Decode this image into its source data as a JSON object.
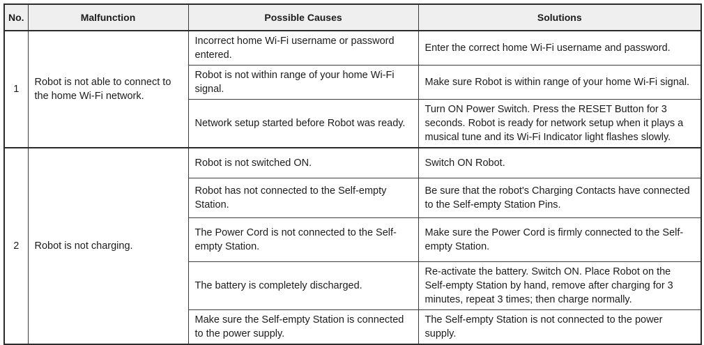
{
  "table": {
    "headers": [
      "No.",
      "Malfunction",
      "Possible Causes",
      "Solutions"
    ],
    "rows": [
      {
        "no": "1",
        "malfunction": "Robot is not able to connect to the home Wi-Fi network.",
        "entries": [
          {
            "cause": "Incorrect home Wi-Fi username or password entered.",
            "solution": "Enter the correct home Wi-Fi username and password."
          },
          {
            "cause": "Robot is not within range of your home Wi-Fi signal.",
            "solution": "Make sure Robot is within range of your home Wi-Fi signal."
          },
          {
            "cause": "Network setup started before Robot was ready.",
            "solution": "Turn ON Power Switch. Press the RESET Button for 3 seconds. Robot is ready for network setup when it plays a musical tune and its Wi-Fi Indicator light flashes slowly."
          }
        ]
      },
      {
        "no": "2",
        "malfunction": "Robot is not charging.",
        "entries": [
          {
            "cause": "Robot is not switched ON.",
            "solution": "Switch ON Robot."
          },
          {
            "cause": "Robot has not connected to the Self-empty Station.",
            "solution": "Be sure that the robot's Charging Contacts have connected to the Self-empty Station Pins."
          },
          {
            "cause": "The Power Cord is not connected to the Self-empty Station.",
            "solution": "Make sure the Power Cord is firmly connected to the Self-empty Station."
          },
          {
            "cause": "The battery is completely discharged.",
            "solution": "Re-activate the battery.  Switch ON. Place Robot on the Self-empty Station by hand, remove after charging for 3 minutes, repeat 3 times; then charge normally."
          },
          {
            "cause": "Make sure the Self-empty Station is connected to the power supply.",
            "solution": "The Self-empty Station is not connected to the power supply."
          }
        ]
      }
    ]
  },
  "colors": {
    "border_outer": "#2b2b2b",
    "border_inner": "#3a3a3a",
    "header_bg": "#efefef",
    "text": "#1c1c1c",
    "page_bg": "#ffffff"
  }
}
